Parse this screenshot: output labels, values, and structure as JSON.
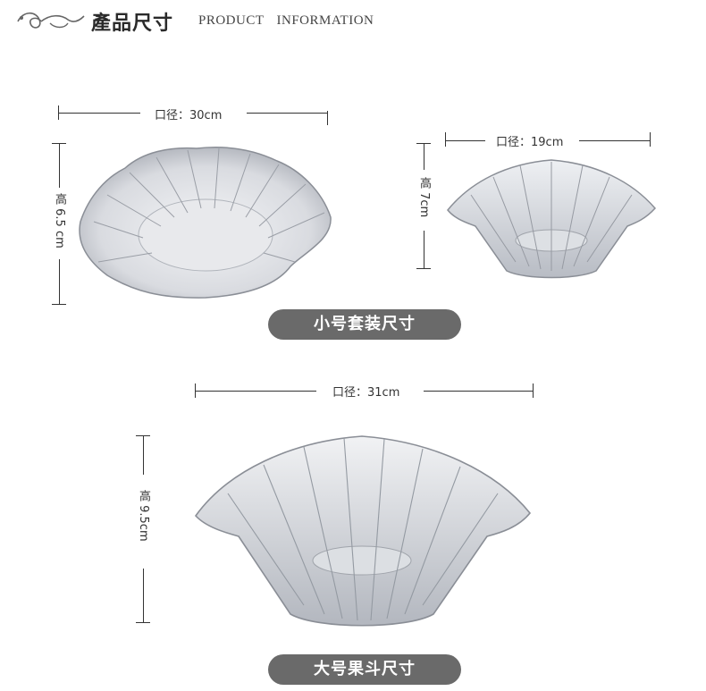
{
  "header": {
    "title_cn": "產品尺寸",
    "title_en_1": "PRODUCT",
    "title_en_2": "INFORMATION"
  },
  "set_small": {
    "plate": {
      "diameter_label": "口径：30cm",
      "height_label": "高 6.5 cm",
      "image_icon": "flower-glass-plate"
    },
    "bowl": {
      "diameter_label": "口径：19cm",
      "height_label": "高 7cm",
      "image_icon": "flower-glass-bowl"
    },
    "caption": "小号套装尺寸"
  },
  "set_large": {
    "diameter_label": "口径：31cm",
    "height_label": "高 9.5cm",
    "image_icon": "flower-glass-fruit-bowl",
    "caption": "大号果斗尺寸"
  },
  "colors": {
    "pill_bg": "#6a6a6a",
    "pill_text": "#ffffff",
    "line": "#333333"
  }
}
